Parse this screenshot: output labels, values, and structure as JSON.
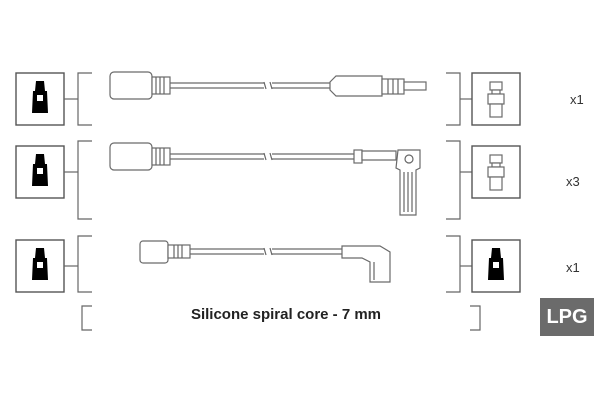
{
  "rows": [
    {
      "quantity": "x1",
      "left_connector_icon": "spark-plug-boot-icon",
      "right_connector_icon": "distributor-terminal-icon"
    },
    {
      "quantity": "x3",
      "left_connector_icon": "spark-plug-boot-icon",
      "right_connector_icon": "distributor-terminal-icon"
    },
    {
      "quantity": "x1",
      "left_connector_icon": "spark-plug-boot-icon",
      "right_connector_icon": "spark-plug-boot-icon"
    }
  ],
  "core_label": "Silicone spiral core - 7 mm",
  "badge": {
    "label": "LPG",
    "color": "#6b6b6b"
  }
}
